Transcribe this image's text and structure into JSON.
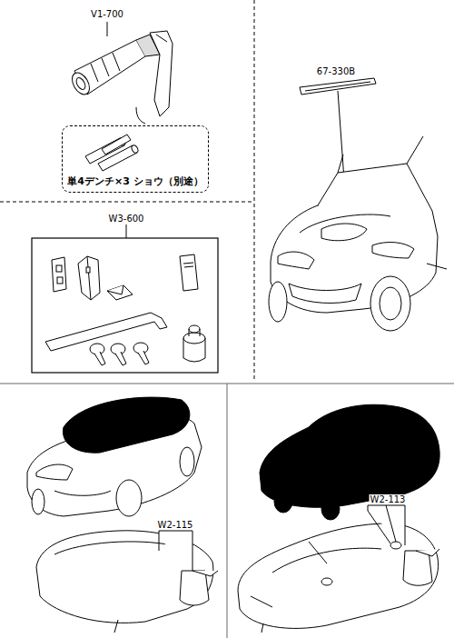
{
  "diagram": {
    "nodes": [
      {
        "text": [
          "単4デンチ×3 ショウ（別途）"
        ]
      }
    ],
    "labels": [
      "V1-700",
      "W3-600",
      "67-330B",
      "W2-115",
      "W2-113"
    ]
  }
}
